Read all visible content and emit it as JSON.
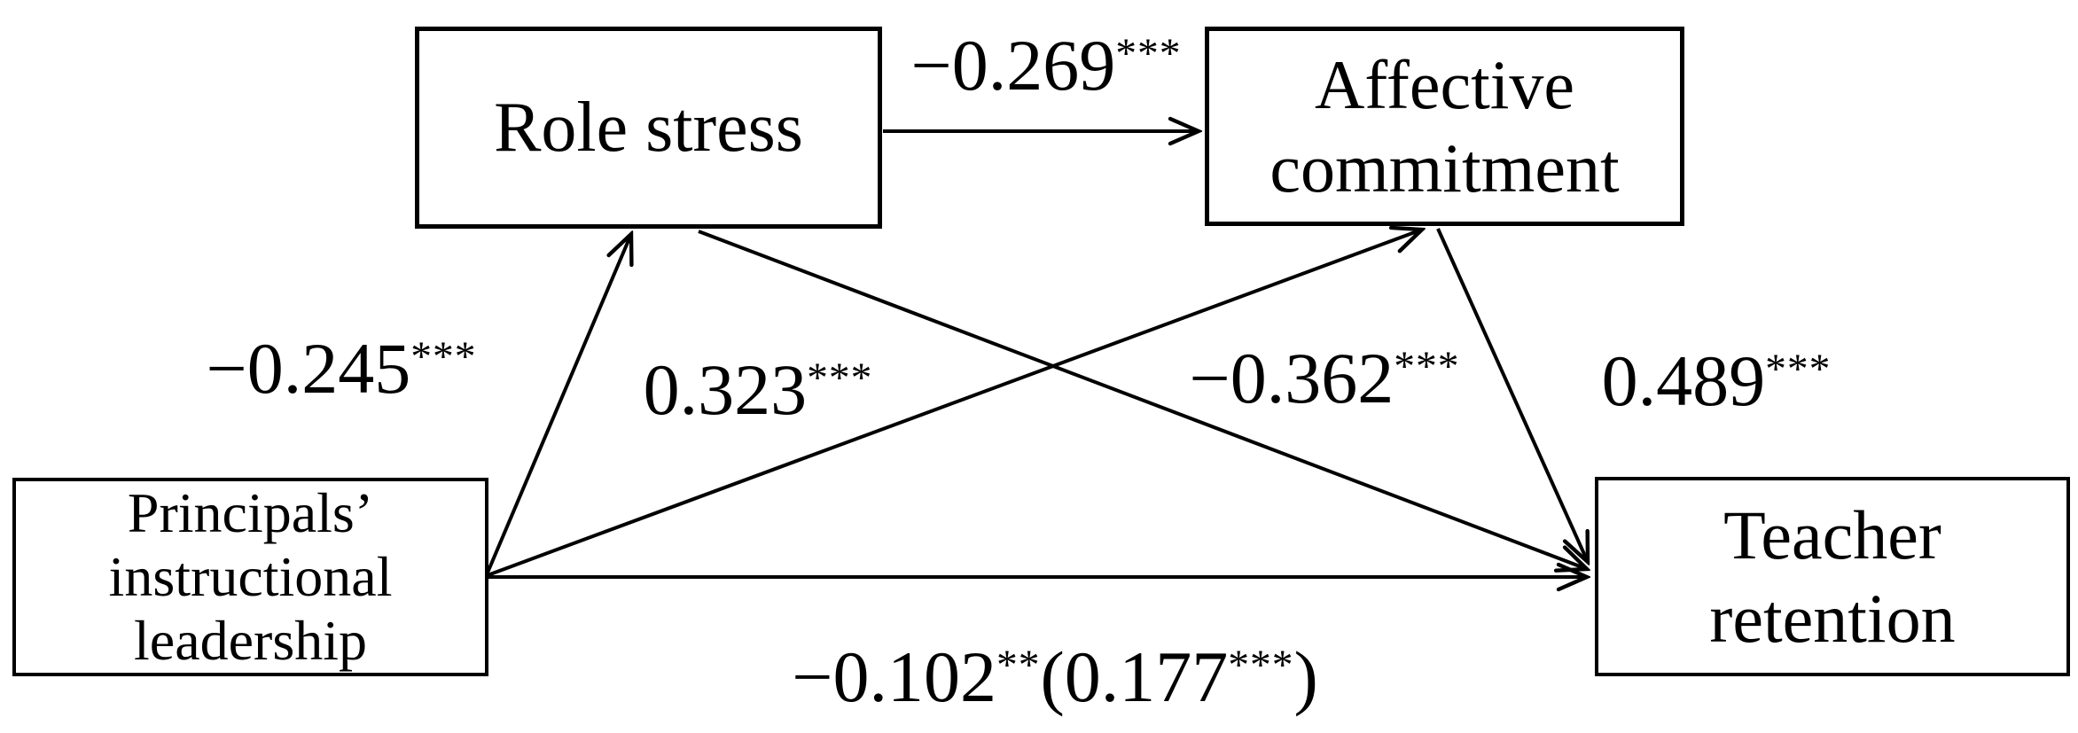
{
  "diagram": {
    "background_color": "#ffffff",
    "line_color": "#000000",
    "text_color": "#000000",
    "nodes": {
      "role_stress": {
        "label": "Role stress"
      },
      "affective_commitment": {
        "label": "Affective\ncommitment"
      },
      "principals_instructional_leadership": {
        "label": "Principals’\ninstructional\nleadership"
      },
      "teacher_retention": {
        "label": "Teacher\nretention"
      }
    },
    "paths": {
      "role_to_affective": {
        "value": "−0.269",
        "stars": "***"
      },
      "principals_to_role": {
        "value": "−0.245",
        "stars": "***"
      },
      "principals_to_affective": {
        "value": "0.323",
        "stars": "***"
      },
      "role_to_teacher": {
        "value": "−0.362",
        "stars": "***"
      },
      "affective_to_teacher": {
        "value": "0.489",
        "stars": "***"
      },
      "principals_to_teacher": {
        "value": "−0.102",
        "stars": "**",
        "open_paren": "(",
        "total_value": "0.177",
        "total_stars": "***",
        "close_paren": ")"
      }
    }
  }
}
